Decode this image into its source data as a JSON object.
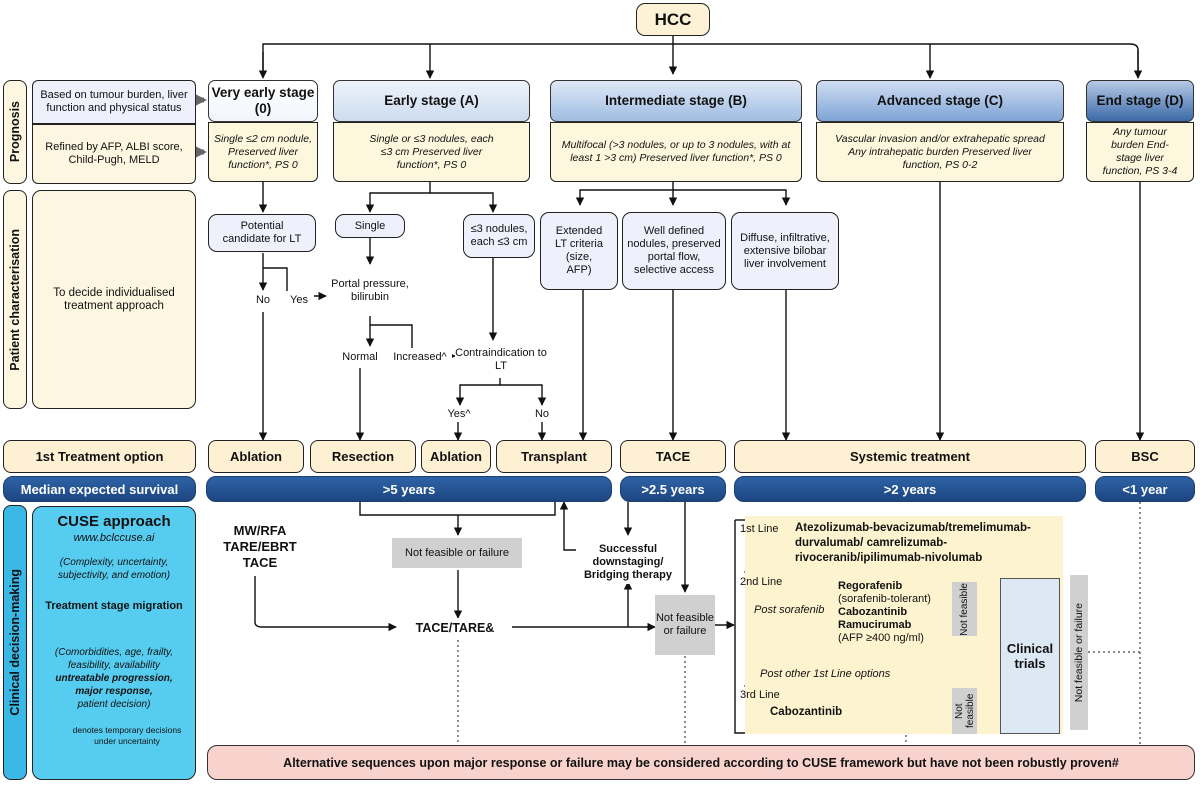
{
  "title": "HCC",
  "rows": {
    "prognosis": "Prognosis",
    "patient": "Patient characterisation",
    "clinical": "Clinical decision-making"
  },
  "prognosis_notes": {
    "based": "Based on tumour burden, liver function and physical status",
    "refined": "Refined by AFP, ALBI score, Child-Pugh, MELD"
  },
  "stages": [
    {
      "title": "Very early stage (0)",
      "desc": "Single ≤2 cm nodule, Preserved liver function*, PS 0"
    },
    {
      "title": "Early stage (A)",
      "desc": "Single or ≤3 nodules, each ≤3 cm Preserved liver function*, PS 0"
    },
    {
      "title": "Intermediate stage (B)",
      "desc": "Multifocal (>3 nodules, or up to 3 nodules, with at least 1 >3 cm) Preserved liver function*, PS 0"
    },
    {
      "title": "Advanced stage (C)",
      "desc": "Vascular invasion and/or extrahepatic spread Any intrahepatic burden Preserved liver function, PS 0-2"
    },
    {
      "title": "End stage (D)",
      "desc": "Any tumour burden End-stage liver function, PS 3-4"
    }
  ],
  "patient_note": "To decide individualised treatment approach",
  "nodes": {
    "lt_candidate": "Potential candidate for LT",
    "no": "No",
    "yes": "Yes",
    "single": "Single",
    "three_nodules": "≤3 nodules, each ≤3 cm",
    "portal": "Portal pressure, bilirubin",
    "normal": "Normal",
    "increased": "Increased^",
    "contra": "Contraindication to LT",
    "yes2": "Yes^",
    "no2": "No",
    "extended_lt": "Extended LT criteria (size, AFP)",
    "well_defined": "Well defined nodules, preserved portal flow, selective access",
    "diffuse": "Diffuse, infiltrative, extensive bilobar liver involvement"
  },
  "treatment_label": "1st Treatment option",
  "treatments": [
    "Ablation",
    "Resection",
    "Ablation",
    "Transplant",
    "TACE",
    "Systemic treatment",
    "BSC"
  ],
  "survival_label": "Median expected survival",
  "survival": [
    ">5 years",
    ">2.5 years",
    ">2 years",
    "<1 year"
  ],
  "cuse": {
    "title": "CUSE approach",
    "url": "www.bclccuse.ai",
    "complexity": "(Complexity, uncertainty, subjectivity, and emotion)",
    "migration": "Treatment stage migration",
    "factors": "(Comorbidities, age, frailty, feasibility, availability",
    "untreatable": "untreatable progression, major response,",
    "patient": "patient decision)",
    "legend": "denotes temporary decisions under uncertainty"
  },
  "clinical": {
    "mwa": "MW/RFA TARE/EBRT TACE",
    "not_feasible": "Not feasible or failure",
    "successful": "Successful downstaging/ Bridging therapy",
    "tace_tare": "TACE/TARE&",
    "not_feasible_failure": "Not feasible or failure"
  },
  "systemic": {
    "l1_label": "1st Line",
    "l1_drugs": "Atezolizumab-bevacizumab/tremelimumab-durvalumab/ camrelizumab-rivoceranib/ipilimumab-nivolumab",
    "l2_label": "2nd Line",
    "post_sorafenib": "Post sorafenib",
    "rego": "Regorafenib",
    "rego_note": "(sorafenib-tolerant)",
    "cabo": "Cabozantinib",
    "ramu": "Ramucirumab",
    "ramu_note": "(AFP ≥400 ng/ml)",
    "post_other": "Post other 1st Line options",
    "l3_label": "3rd Line",
    "l3_drug": "Cabozantinib",
    "not_feasible": "Not feasible",
    "clinical_trials": "Clinical trials",
    "nf_or_failure": "Not feasible or failure"
  },
  "bottom": "Alternative sequences upon major response or failure may be considered according to CUSE framework but have not been robustly proven#"
}
